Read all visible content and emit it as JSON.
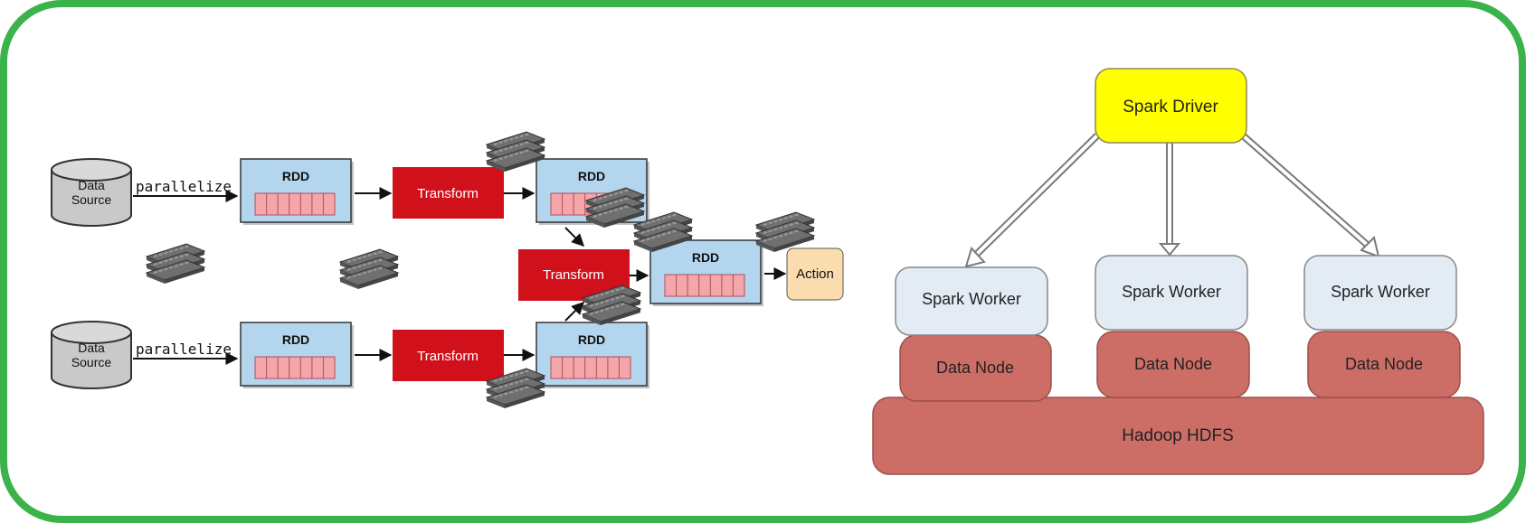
{
  "colors": {
    "frame_border": "#3cb34a",
    "rdd_fill": "#b3d6ee",
    "rdd_border": "#333333",
    "partition_fill": "#f4a7aa",
    "transform_fill": "#d0101b",
    "action_fill": "#fbdcae",
    "driver_fill": "#ffff00",
    "worker_fill": "#e3ebf5",
    "datanode_fill": "#cd6e66",
    "hdfs_fill": "#cd6e66",
    "cylinder_fill": "#c9c9c9"
  },
  "icons": {
    "memory_chip": "ram-stick-icon"
  },
  "left_diagram": {
    "data_source_top_label": "Data\nSource",
    "data_source_bottom_label": "Data\nSource",
    "parallelize_top": "parallelize",
    "parallelize_bottom": "parallelize",
    "rdd_top_1": "RDD",
    "rdd_bottom_1": "RDD",
    "transform_top": "Transform",
    "transform_bottom": "Transform",
    "rdd_top_2": "RDD",
    "rdd_bottom_2": "RDD",
    "transform_mid": "Transform",
    "rdd_mid": "RDD",
    "action": "Action"
  },
  "right_diagram": {
    "driver": "Spark Driver",
    "workers": [
      "Spark Worker",
      "Spark Worker",
      "Spark Worker"
    ],
    "data_nodes": [
      "Data Node",
      "Data Node",
      "Data Node"
    ],
    "hdfs": "Hadoop HDFS"
  }
}
